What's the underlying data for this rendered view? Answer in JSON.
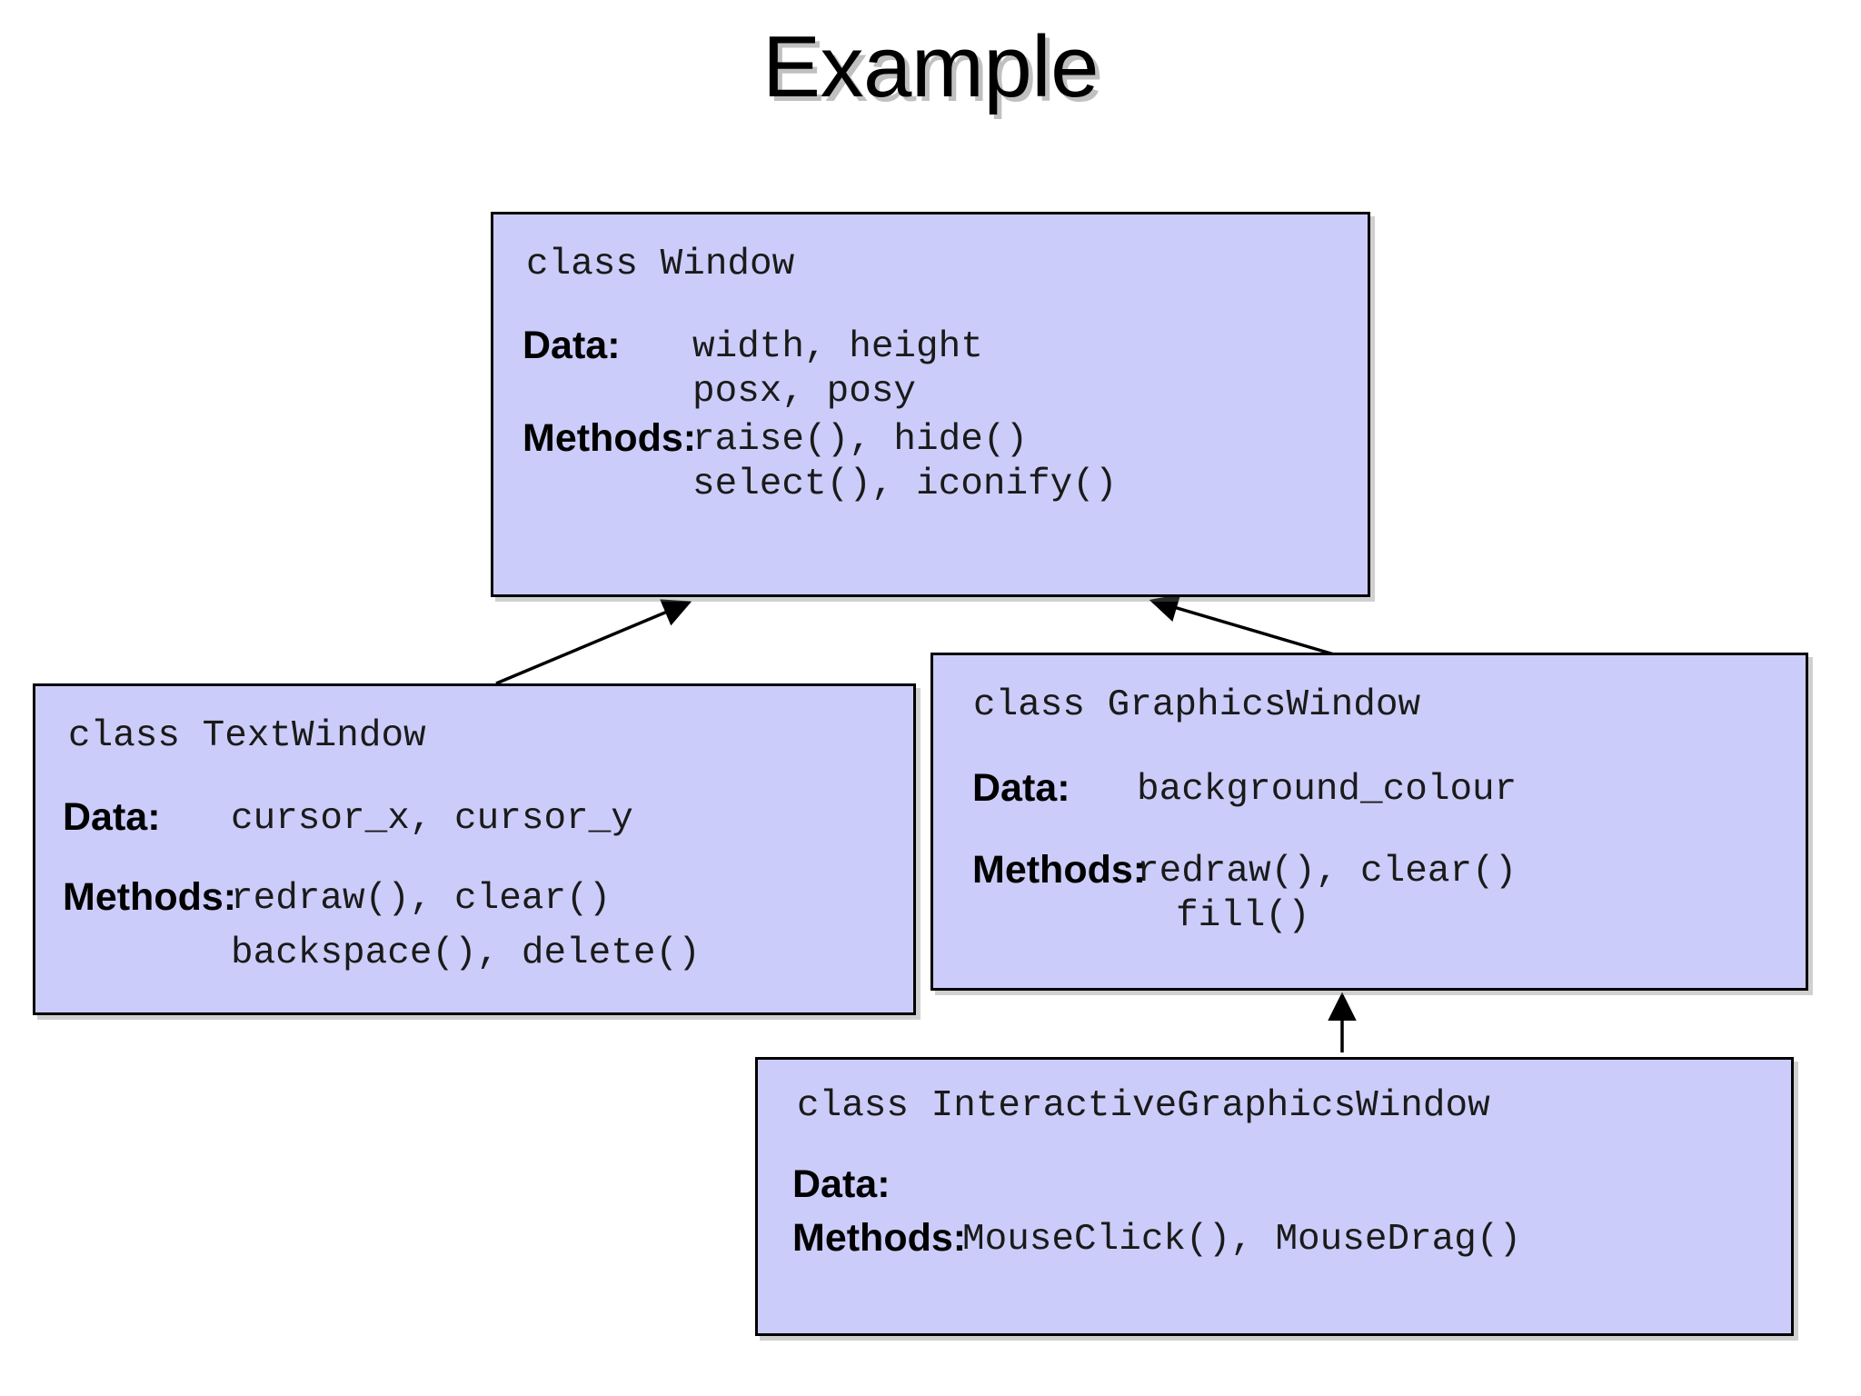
{
  "slide": {
    "title": "Example",
    "background_color": "#ffffff",
    "box_fill_color": "#ccccfa",
    "box_border_color": "#000000",
    "text_color": "#1a1a1a"
  },
  "classes": [
    {
      "id": "window",
      "class_line": "class Window",
      "data_label": "Data:",
      "data_lines": [
        "width, height",
        "posx, posy"
      ],
      "methods_label": "Methods:",
      "methods_lines": [
        "raise(), hide()",
        "select(), iconify()"
      ]
    },
    {
      "id": "textwindow",
      "class_line": "class TextWindow",
      "data_label": "Data:",
      "data_lines": [
        "cursor_x, cursor_y"
      ],
      "methods_label": "Methods:",
      "methods_lines": [
        "redraw(), clear()",
        "backspace(), delete()"
      ]
    },
    {
      "id": "graphicswindow",
      "class_line": "class GraphicsWindow",
      "data_label": "Data:",
      "data_lines": [
        "background_colour"
      ],
      "methods_label": "Methods:",
      "methods_lines": [
        "redraw(), clear()",
        "fill()"
      ]
    },
    {
      "id": "interactivegraphicswindow",
      "class_line": "class InteractiveGraphicsWindow",
      "data_label": "Data:",
      "data_lines": [],
      "methods_label": "Methods:",
      "methods_lines": [
        "MouseClick(), MouseDrag()"
      ]
    }
  ],
  "relations": [
    {
      "from": "textwindow",
      "to": "window",
      "kind": "inheritance"
    },
    {
      "from": "graphicswindow",
      "to": "window",
      "kind": "inheritance"
    },
    {
      "from": "interactivegraphicswindow",
      "to": "graphicswindow",
      "kind": "inheritance"
    }
  ]
}
